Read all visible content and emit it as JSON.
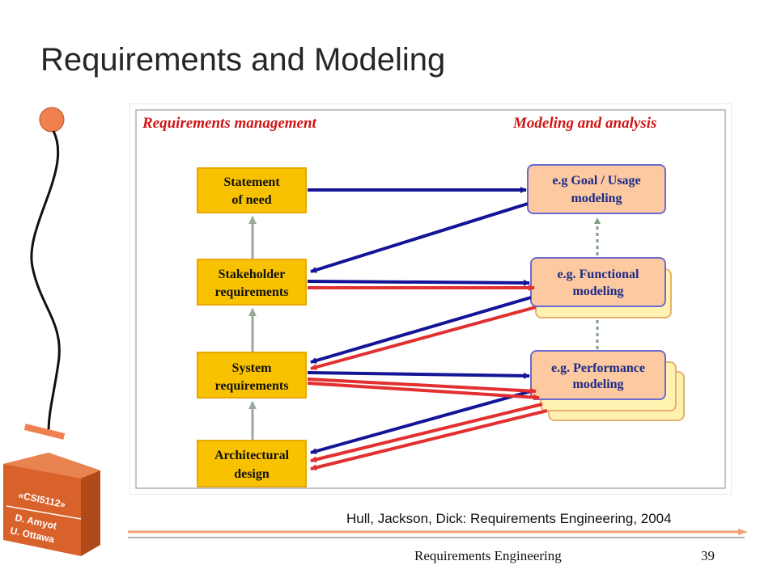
{
  "slide": {
    "title": "Requirements and Modeling",
    "citation": "Hull, Jackson, Dick: Requirements Engineering, 2004",
    "footer": "Requirements Engineering",
    "page_number": "39"
  },
  "logo": {
    "course": "«CSI5112»",
    "author": "D. Amyot",
    "institution": "U. Ottawa"
  },
  "diagram": {
    "left_heading": "Requirements management",
    "right_heading": "Modeling and analysis",
    "requirements": [
      {
        "line1": "Statement",
        "line2": "of need"
      },
      {
        "line1": "Stakeholder",
        "line2": "requirements"
      },
      {
        "line1": "System",
        "line2": "requirements"
      },
      {
        "line1": "Architectural",
        "line2": "design"
      }
    ],
    "models": [
      {
        "line1": "e.g Goal / Usage",
        "line2": "modeling"
      },
      {
        "line1": "e.g. Functional",
        "line2": "modeling"
      },
      {
        "line1": "e.g. Performance",
        "line2": "modeling"
      }
    ]
  },
  "colors": {
    "req_box_fill": "#f8c200",
    "req_box_stroke": "#e8a800",
    "model_box_fill": "#fcc9a0",
    "model_box_stroke": "#6a6ad0",
    "stack_fill": "#fff2b0",
    "stack_stroke": "#e8b070",
    "blue_arrow": "#141496",
    "red_arrow": "#e23030",
    "gray_arrow": "#9aa89a",
    "heading_red": "#d01414",
    "logo_orange": "#d9612a",
    "deco_orange": "#f08050"
  }
}
